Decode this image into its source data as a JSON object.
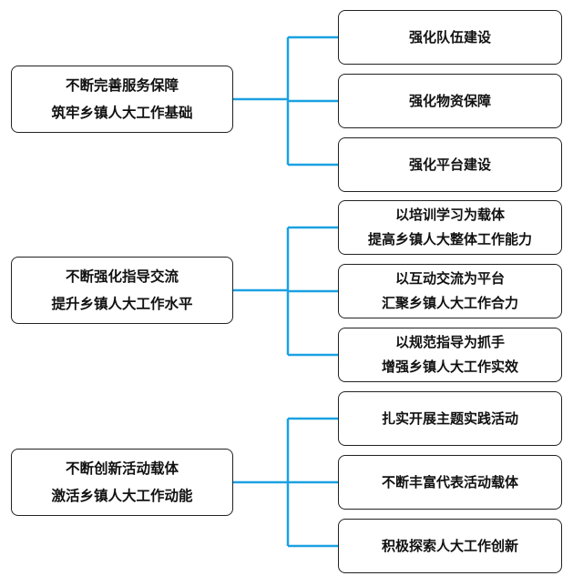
{
  "colors": {
    "connector": "#1BA1E2",
    "border": "#222222"
  },
  "groups": [
    {
      "main": [
        "不断完善服务保障",
        "筑牢乡镇人大工作基础"
      ],
      "items": [
        [
          "强化队伍建设"
        ],
        [
          "强化物资保障"
        ],
        [
          "强化平台建设"
        ]
      ]
    },
    {
      "main": [
        "不断强化指导交流",
        "提升乡镇人大工作水平"
      ],
      "items": [
        [
          "以培训学习为载体",
          "提高乡镇人大整体工作能力"
        ],
        [
          "以互动交流为平台",
          "汇聚乡镇人大工作合力"
        ],
        [
          "以规范指导为抓手",
          "增强乡镇人大工作实效"
        ]
      ]
    },
    {
      "main": [
        "不断创新活动载体",
        "激活乡镇人大工作动能"
      ],
      "items": [
        [
          "扎实开展主题实践活动"
        ],
        [
          "不断丰富代表活动载体"
        ],
        [
          "积极探索人大工作创新"
        ]
      ]
    }
  ]
}
